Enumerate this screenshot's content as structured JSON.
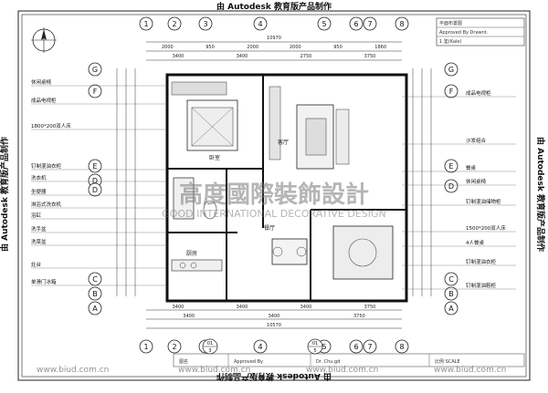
{
  "edu_stamp": "由 Autodesk 教育版产品制作",
  "grid_top": [
    "1",
    "2",
    "3",
    "4",
    "5",
    "6",
    "7",
    "8"
  ],
  "grid_bottom": [
    "1",
    "2",
    "3",
    "4",
    "5",
    "6",
    "7",
    "8"
  ],
  "section_marks": [
    {
      "num": "01",
      "sheet": "3"
    },
    {
      "num": "01",
      "sheet": "5"
    }
  ],
  "grid_left": [
    "G",
    "F",
    "E",
    "D",
    "D",
    "C",
    "B",
    "A"
  ],
  "grid_right": [
    "G",
    "F",
    "E",
    "D",
    "C",
    "B",
    "A"
  ],
  "dims": {
    "top_row1": [
      "2000",
      "950",
      "2000",
      "2000",
      "950",
      "1860"
    ],
    "top_row2": [
      "3400",
      "3400",
      "2750",
      "3750"
    ],
    "total_top": "10970",
    "bot_row1": [
      "3400",
      "3400",
      "3400",
      "3750"
    ],
    "bot_row2": [
      "3400",
      "3400",
      "3750"
    ],
    "total_bot": "10570"
  },
  "left_labels": [
    "休闲桌椅",
    "成品电视柜",
    "1800*200双人床",
    "钉制混油衣柜",
    "洗衣机",
    "坐便器",
    "淋浴式洗衣机",
    "浴缸",
    "洗手盆",
    "洗菜盆",
    "灶台",
    "单滑门冰箱"
  ],
  "right_labels": [
    "成品电视柜",
    "沙发组合",
    "餐桌",
    "休闲桌椅",
    "钉制混油储物柜",
    "1500*200双人床",
    "4人餐桌",
    "钉制混油衣柜",
    "钉制混油鞋柜"
  ],
  "room_labels": {
    "living": "客厅",
    "bedroom": "卧室",
    "dining": "餐厅",
    "kitchen": "厨房"
  },
  "watermark_cn": "高度國際裝飾設計",
  "watermark_en": "GOOD INTERNATIONAL DECORATIVE DESIGN",
  "site_watermark": "www.biud.com.cn",
  "title_block_right": {
    "row1": "平面布置图",
    "row2": "Approved By Drawnt.",
    "row3": "1 鉴(Kale)"
  },
  "title_block_bottom": {
    "cell1": "图名",
    "cell2": "Approved By",
    "cell3": "Dr. Chu.gd",
    "cell4": "比例 SCALE"
  }
}
